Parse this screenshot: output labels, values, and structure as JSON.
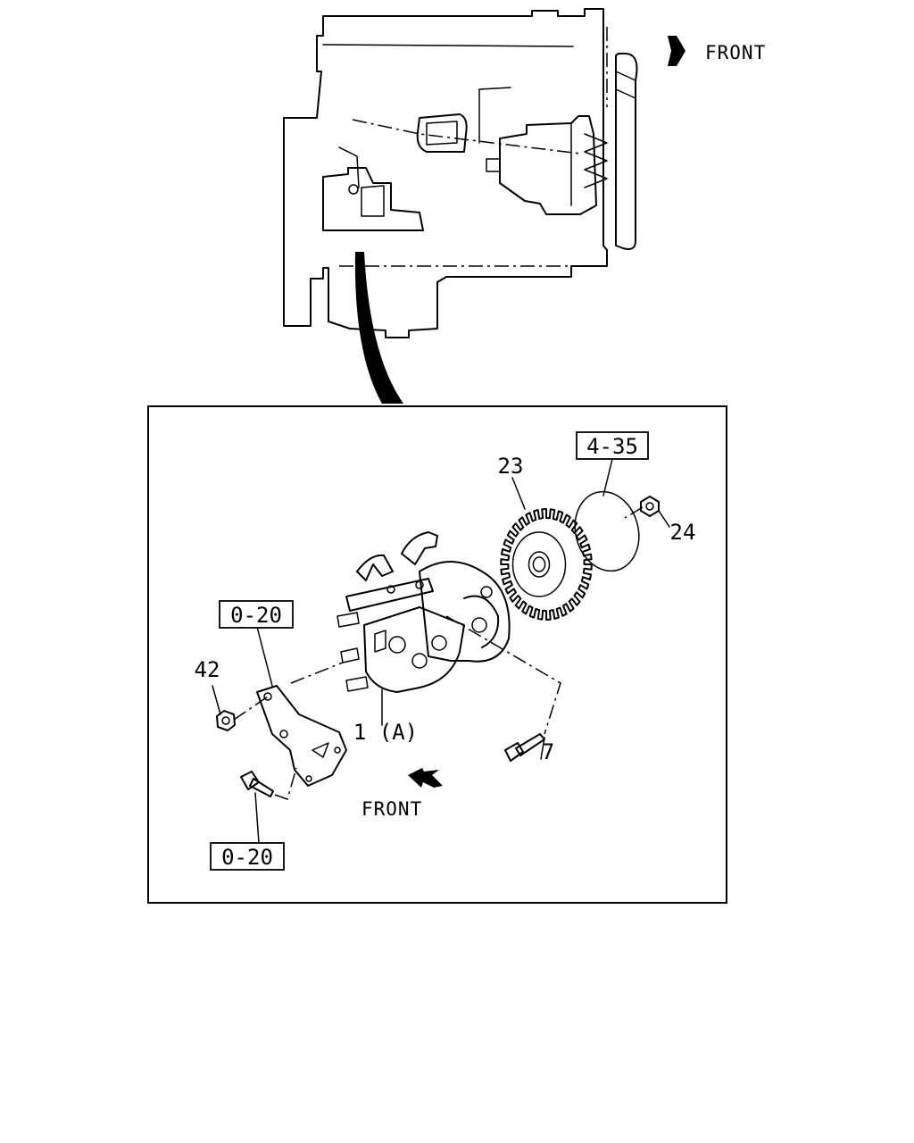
{
  "front_labels": {
    "top": "FRONT",
    "detail": "FRONT"
  },
  "callouts": {
    "gear": "23",
    "nut_top": "24",
    "nut_left": "42",
    "pump": "1 (A)",
    "bolt": "7"
  },
  "reference_boxes": {
    "gasket_ref": "4-35",
    "bracket_ref": "0-20",
    "bolt_ref": "0-20"
  },
  "colors": {
    "line": "#000000",
    "background": "#ffffff"
  }
}
